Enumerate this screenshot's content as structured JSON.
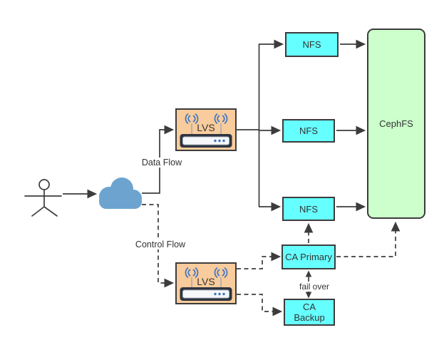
{
  "diagram": {
    "type": "architecture-flow-diagram",
    "flow_labels": {
      "data_flow": "Data Flow",
      "control_flow": "Control Flow",
      "fail_over": "fail over"
    },
    "nodes": {
      "user": {
        "icon": "stick-figure-actor"
      },
      "cloud": {
        "icon": "network-cloud"
      },
      "lvs_data": {
        "label": "LVS",
        "icon": "wireless-router"
      },
      "lvs_control": {
        "label": "LVS",
        "icon": "wireless-router"
      },
      "nfs_1": {
        "label": "NFS"
      },
      "nfs_2": {
        "label": "NFS"
      },
      "nfs_3": {
        "label": "NFS"
      },
      "cephfs": {
        "label": "CephFS"
      },
      "ca_primary": {
        "label": "CA Primary"
      },
      "ca_backup": {
        "label_line1": "CA",
        "label_line2": "Backup"
      }
    },
    "edges": [
      {
        "from": "user",
        "to": "cloud",
        "style": "solid"
      },
      {
        "from": "cloud",
        "to": "lvs_data",
        "style": "solid",
        "label": "Data Flow"
      },
      {
        "from": "cloud",
        "to": "lvs_control",
        "style": "dashed",
        "label": "Control Flow"
      },
      {
        "from": "lvs_data",
        "to": "nfs_1",
        "style": "solid"
      },
      {
        "from": "lvs_data",
        "to": "nfs_2",
        "style": "solid"
      },
      {
        "from": "lvs_data",
        "to": "nfs_3",
        "style": "solid"
      },
      {
        "from": "nfs_1",
        "to": "cephfs",
        "style": "solid"
      },
      {
        "from": "nfs_2",
        "to": "cephfs",
        "style": "solid"
      },
      {
        "from": "nfs_3",
        "to": "cephfs",
        "style": "solid"
      },
      {
        "from": "ca_primary",
        "to": "nfs_3",
        "style": "dashed"
      },
      {
        "from": "ca_primary",
        "to": "cephfs",
        "style": "dashed"
      },
      {
        "from": "lvs_control",
        "to": "ca_primary",
        "style": "dashed"
      },
      {
        "from": "lvs_control",
        "to": "ca_backup",
        "style": "dashed"
      },
      {
        "from": "ca_primary",
        "to": "ca_backup",
        "style": "solid",
        "bidirectional": true,
        "label": "fail over"
      }
    ],
    "colors": {
      "nfs_ca_fill": "#66FFFF",
      "cephfs_fill": "#CCFFCC",
      "lvs_fill": "#F8CC9C",
      "cloud_fill": "#6DA3CF",
      "line": "#3C3C3C",
      "wifi_accent": "#3D74C6",
      "router_body": "#2F3440"
    }
  }
}
